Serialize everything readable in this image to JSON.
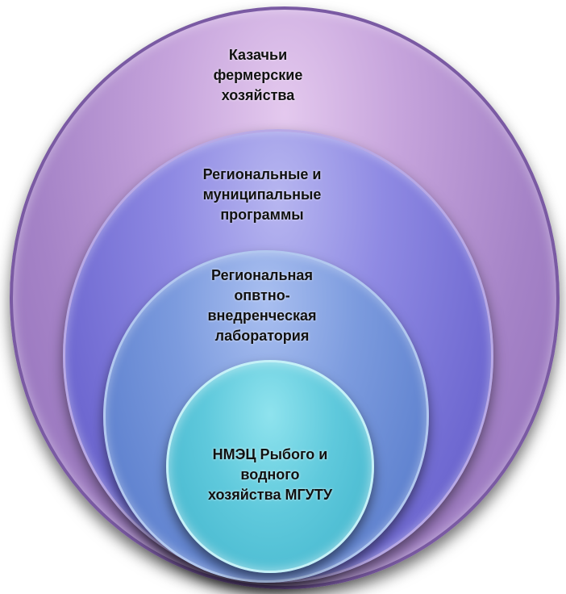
{
  "diagram": {
    "rings": [
      {
        "id": "outer",
        "color": "#a583c7",
        "lines": [
          "Казачьи",
          "фермерские",
          "хозяйства"
        ]
      },
      {
        "id": "mid1",
        "color": "#6f69d1",
        "lines": [
          "Региональные и",
          "муниципальные",
          "программы"
        ]
      },
      {
        "id": "mid2",
        "color": "#5f82cf",
        "lines": [
          "Региональная",
          "опвтно-",
          "внедренческая",
          "лаборатория"
        ]
      },
      {
        "id": "inner",
        "color": "#5fc9dc",
        "lines": [
          "НМЭЦ Рыбого и",
          "водного",
          "хозяйства МГУТУ"
        ]
      }
    ]
  }
}
